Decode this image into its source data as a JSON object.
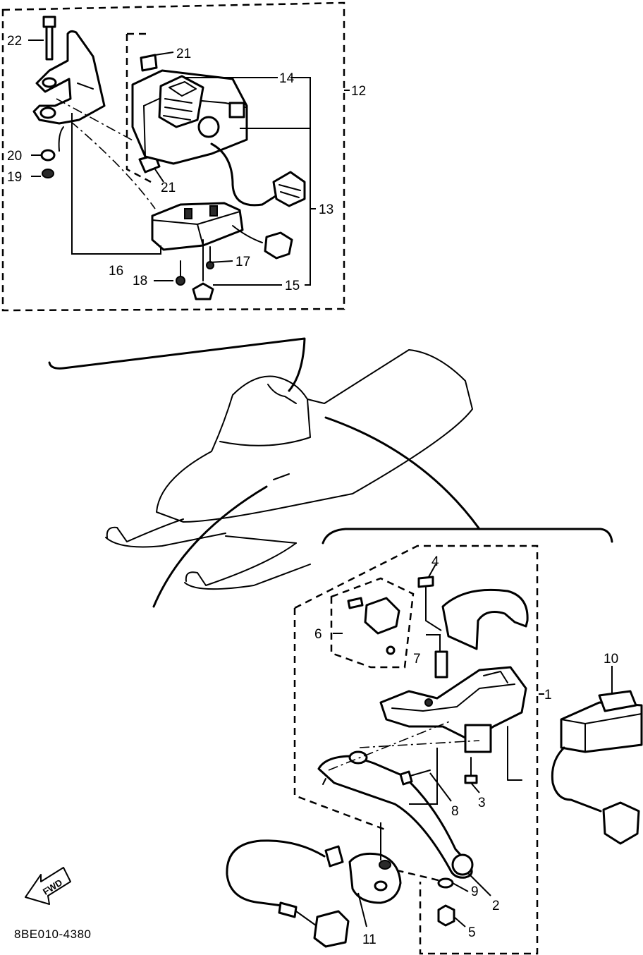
{
  "callouts": [
    {
      "id": "c22",
      "label": "22"
    },
    {
      "id": "c21a",
      "label": "21"
    },
    {
      "id": "c14",
      "label": "14"
    },
    {
      "id": "c12",
      "label": "12"
    },
    {
      "id": "c20",
      "label": "20"
    },
    {
      "id": "c19",
      "label": "19"
    },
    {
      "id": "c21b",
      "label": "21"
    },
    {
      "id": "c13",
      "label": "13"
    },
    {
      "id": "c17",
      "label": "17"
    },
    {
      "id": "c16",
      "label": "16"
    },
    {
      "id": "c18",
      "label": "18"
    },
    {
      "id": "c15",
      "label": "15"
    },
    {
      "id": "c4",
      "label": "4"
    },
    {
      "id": "c6",
      "label": "6"
    },
    {
      "id": "c7",
      "label": "7"
    },
    {
      "id": "c1",
      "label": "1"
    },
    {
      "id": "c10",
      "label": "10"
    },
    {
      "id": "c3",
      "label": "3"
    },
    {
      "id": "c8",
      "label": "8"
    },
    {
      "id": "c2",
      "label": "2"
    },
    {
      "id": "c9",
      "label": "9"
    },
    {
      "id": "c5",
      "label": "5"
    },
    {
      "id": "c11",
      "label": "11"
    }
  ],
  "direction_label": "FWD",
  "drawing_code": "8BE010-4380"
}
